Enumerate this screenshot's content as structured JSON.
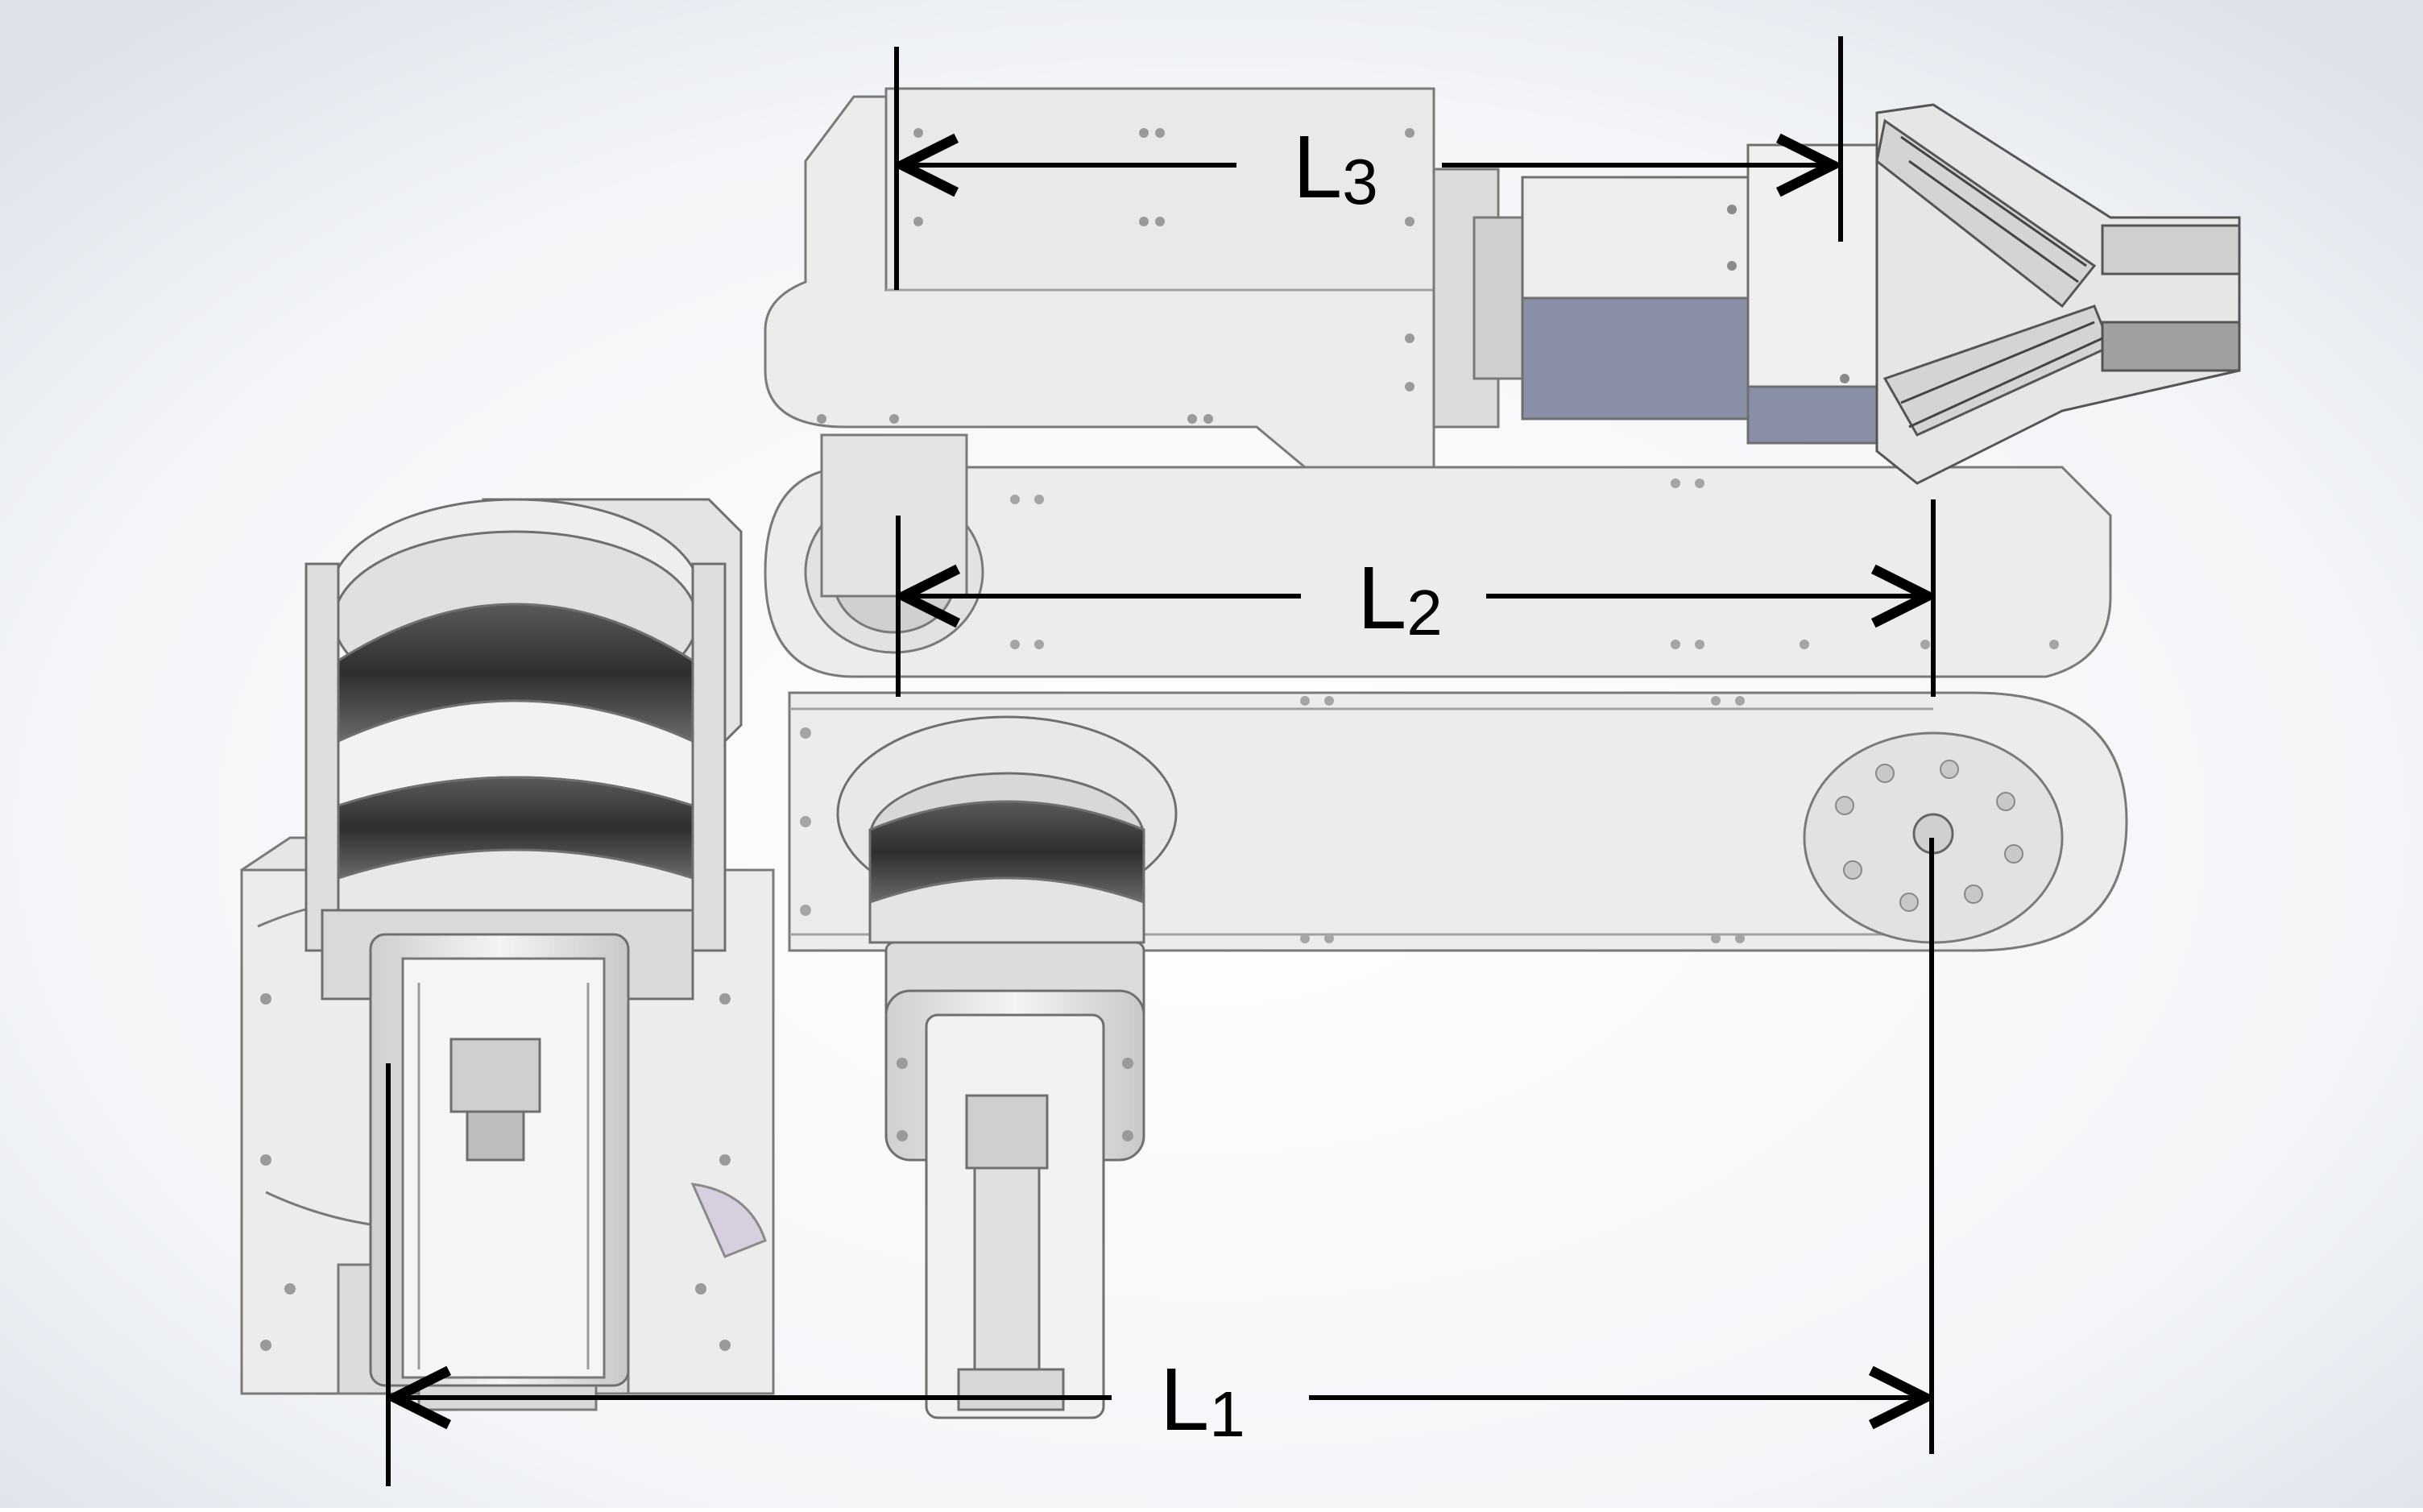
{
  "labels": {
    "l1": {
      "main": "L",
      "sub": "1"
    },
    "l2": {
      "main": "L",
      "sub": "2"
    },
    "l3": {
      "main": "L",
      "sub": "3"
    }
  },
  "colors": {
    "background_edge": "#dde2ea",
    "background_center": "#ffffff",
    "part_fill": "#ebebeb",
    "part_fill_dark": "#d2d2d2",
    "part_outline": "#7a7a7a",
    "bearing_dark": "#3c3c3c",
    "dimension_line": "#000000",
    "accent_blue": "#8a8fa8"
  }
}
